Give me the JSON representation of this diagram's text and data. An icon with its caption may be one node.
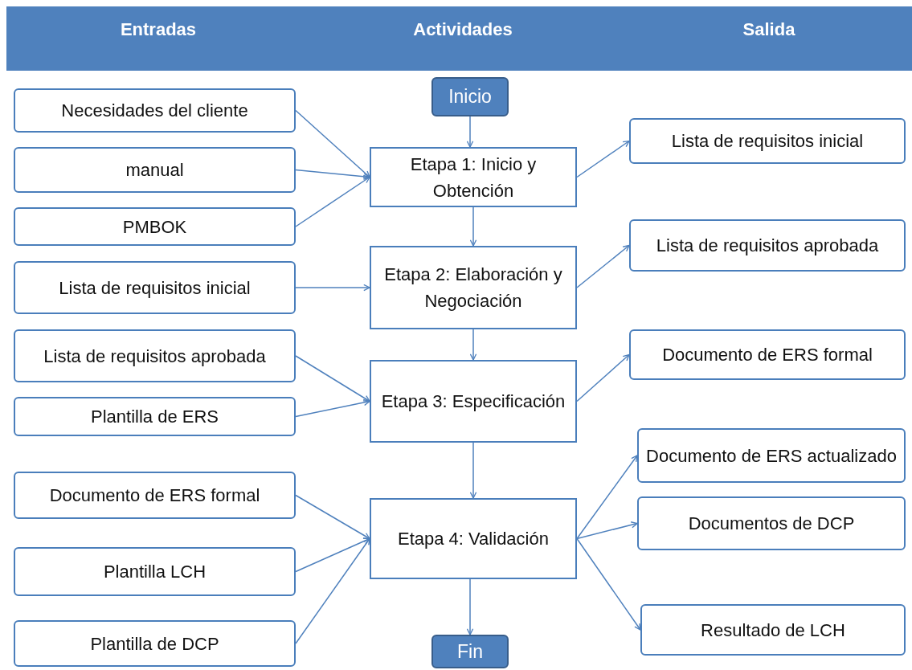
{
  "diagram": {
    "nodes": [
      {
        "text": [
          "Inicio"
        ]
      },
      {
        "text": [
          "Necesidades del cliente"
        ]
      },
      {
        "text": [
          "manual"
        ]
      },
      {
        "text": [
          "PMBOK"
        ]
      },
      {
        "text": [
          "Etapa 1: Inicio y Obtención"
        ]
      },
      {
        "text": [
          "Lista de requisitos inicial"
        ]
      },
      {
        "text": [
          "Lista de requisitos inicial"
        ]
      },
      {
        "text": [
          "Etapa 2: Elaboración y Negociación"
        ]
      },
      {
        "text": [
          "Lista de requisitos aprobada"
        ]
      },
      {
        "text": [
          "Lista de requisitos aprobada"
        ]
      },
      {
        "text": [
          "Plantilla de ERS"
        ]
      },
      {
        "text": [
          "Etapa 3: Especificación"
        ]
      },
      {
        "text": [
          "Documento de ERS formal"
        ]
      },
      {
        "text": [
          "Documento de ERS formal"
        ]
      },
      {
        "text": [
          "Plantilla LCH"
        ]
      },
      {
        "text": [
          "Plantilla de DCP"
        ]
      },
      {
        "text": [
          "Etapa 4: Validación"
        ]
      },
      {
        "text": [
          "Documento de ERS actualizado"
        ]
      },
      {
        "text": [
          "Documentos de DCP"
        ]
      },
      {
        "text": [
          "Resultado de LCH"
        ]
      },
      {
        "text": [
          "Fin"
        ]
      }
    ],
    "edges": [
      {
        "from": 0,
        "to": 4,
        "arrow": "to"
      },
      {
        "from": 1,
        "to": 4,
        "arrow": "to"
      },
      {
        "from": 2,
        "to": 4,
        "arrow": "to"
      },
      {
        "from": 3,
        "to": 4,
        "arrow": "to"
      },
      {
        "from": 4,
        "to": 5,
        "arrow": "to"
      },
      {
        "from": 4,
        "to": 7,
        "arrow": "to"
      },
      {
        "from": 6,
        "to": 7,
        "arrow": "to"
      },
      {
        "from": 7,
        "to": 8,
        "arrow": "to"
      },
      {
        "from": 7,
        "to": 11,
        "arrow": "to"
      },
      {
        "from": 9,
        "to": 11,
        "arrow": "to"
      },
      {
        "from": 10,
        "to": 11,
        "arrow": "to"
      },
      {
        "from": 11,
        "to": 12,
        "arrow": "to"
      },
      {
        "from": 11,
        "to": 16,
        "arrow": "to"
      },
      {
        "from": 13,
        "to": 16,
        "arrow": "to"
      },
      {
        "from": 14,
        "to": 16,
        "arrow": "to"
      },
      {
        "from": 15,
        "to": 16,
        "arrow": "to"
      },
      {
        "from": 16,
        "to": 17,
        "arrow": "to"
      },
      {
        "from": 16,
        "to": 18,
        "arrow": "to"
      },
      {
        "from": 16,
        "to": 19,
        "arrow": "to"
      },
      {
        "from": 16,
        "to": 20,
        "arrow": "to"
      }
    ],
    "labels": [
      "Entradas",
      "Actividades",
      "Salida"
    ]
  }
}
